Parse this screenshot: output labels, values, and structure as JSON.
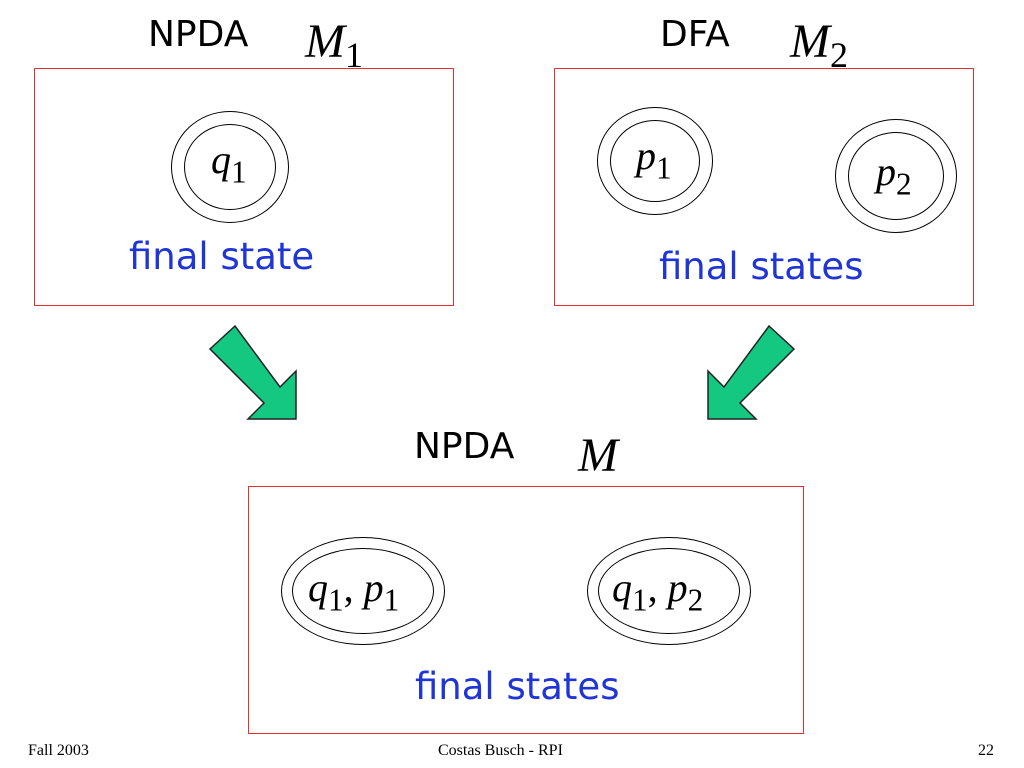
{
  "m1": {
    "type_label": "NPDA",
    "symbol": "M",
    "subscript": "1",
    "state": {
      "symbol": "q",
      "subscript": "1"
    },
    "caption": "final state"
  },
  "m2": {
    "type_label": "DFA",
    "symbol": "M",
    "subscript": "2",
    "states": [
      {
        "symbol": "p",
        "subscript": "1"
      },
      {
        "symbol": "p",
        "subscript": "2"
      }
    ],
    "caption": "final states"
  },
  "m": {
    "type_label": "NPDA",
    "symbol": "M",
    "states": [
      {
        "q": "q",
        "q_sub": "1",
        "sep": ", ",
        "p": "p",
        "p_sub": "1"
      },
      {
        "q": "q",
        "q_sub": "1",
        "sep": ", ",
        "p": "p",
        "p_sub": "2"
      }
    ],
    "caption": "final states"
  },
  "colors": {
    "box_border": "#e03030",
    "caption": "#1f35d6",
    "arrow_fill": "#14c882"
  },
  "footer": {
    "left": "Fall 2003",
    "center": "Costas Busch - RPI",
    "right": "22"
  }
}
